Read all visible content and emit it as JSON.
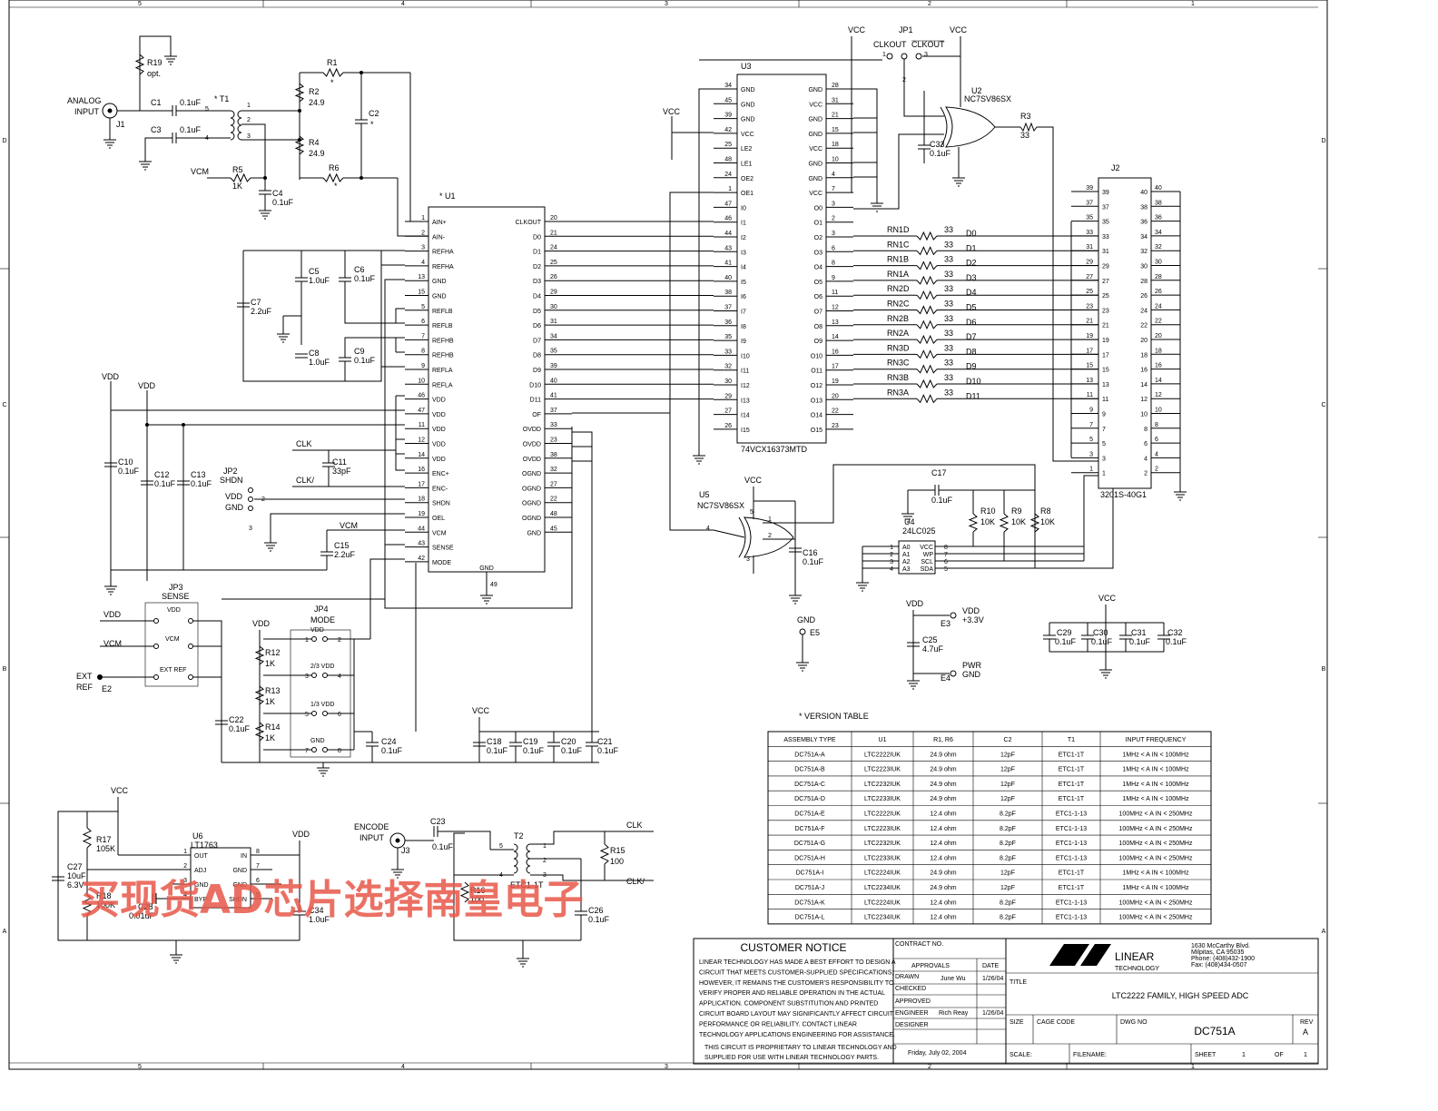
{
  "border": {
    "col_labels": [
      "5",
      "4",
      "3",
      "2",
      "1"
    ],
    "row_labels": [
      "D",
      "C",
      "B",
      "A"
    ]
  },
  "u1": {
    "ref": "U1",
    "left_pins": [
      {
        "num": "1",
        "name": "AIN+"
      },
      {
        "num": "2",
        "name": "AIN-"
      },
      {
        "num": "3",
        "name": "REFHA"
      },
      {
        "num": "4",
        "name": "REFHA"
      },
      {
        "num": "13",
        "name": "GND"
      },
      {
        "num": "15",
        "name": "GND"
      },
      {
        "num": "5",
        "name": "REFLB"
      },
      {
        "num": "6",
        "name": "REFLB"
      },
      {
        "num": "7",
        "name": "REFHB"
      },
      {
        "num": "8",
        "name": "REFHB"
      },
      {
        "num": "9",
        "name": "REFLA"
      },
      {
        "num": "10",
        "name": "REFLA"
      },
      {
        "num": "46",
        "name": "VDD"
      },
      {
        "num": "47",
        "name": "VDD"
      },
      {
        "num": "11",
        "name": "VDD"
      },
      {
        "num": "12",
        "name": "VDD"
      },
      {
        "num": "14",
        "name": "VDD"
      },
      {
        "num": "16",
        "name": "ENC+"
      },
      {
        "num": "17",
        "name": "ENC-"
      },
      {
        "num": "18",
        "name": "SHDN"
      },
      {
        "num": "19",
        "name": "OEL"
      },
      {
        "num": "44",
        "name": "VCM"
      },
      {
        "num": "43",
        "name": "SENSE"
      },
      {
        "num": "42",
        "name": "MODE"
      }
    ],
    "right_pins": [
      {
        "num": "20",
        "name": "CLKOUT"
      },
      {
        "num": "21",
        "name": "D0"
      },
      {
        "num": "24",
        "name": "D1"
      },
      {
        "num": "25",
        "name": "D2"
      },
      {
        "num": "26",
        "name": "D3"
      },
      {
        "num": "29",
        "name": "D4"
      },
      {
        "num": "30",
        "name": "D5"
      },
      {
        "num": "31",
        "name": "D6"
      },
      {
        "num": "34",
        "name": "D7"
      },
      {
        "num": "35",
        "name": "D8"
      },
      {
        "num": "39",
        "name": "D9"
      },
      {
        "num": "40",
        "name": "D10"
      },
      {
        "num": "41",
        "name": "D11"
      },
      {
        "num": "37",
        "name": "OF"
      },
      {
        "num": "33",
        "name": "OVDD"
      },
      {
        "num": "23",
        "name": "OVDD"
      },
      {
        "num": "38",
        "name": "OVDD"
      },
      {
        "num": "32",
        "name": "OGND"
      },
      {
        "num": "27",
        "name": "OGND"
      },
      {
        "num": "22",
        "name": "OGND"
      },
      {
        "num": "48",
        "name": "OGND"
      },
      {
        "num": "45",
        "name": "GND"
      }
    ],
    "bottom_name": "GND",
    "bottom_num": "49"
  },
  "u3": {
    "ref": "U3",
    "part": "74VCX16373MTD",
    "left_pins": [
      {
        "num": "34",
        "name": "GND"
      },
      {
        "num": "45",
        "name": "GND"
      },
      {
        "num": "39",
        "name": "GND"
      },
      {
        "num": "42",
        "name": "VCC"
      },
      {
        "num": "25",
        "name": "LE2"
      },
      {
        "num": "48",
        "name": "LE1"
      },
      {
        "num": "24",
        "name": "OE2"
      },
      {
        "num": "1",
        "name": "OE1"
      },
      {
        "num": "47",
        "name": "I0"
      },
      {
        "num": "46",
        "name": "I1"
      },
      {
        "num": "44",
        "name": "I2"
      },
      {
        "num": "43",
        "name": "I3"
      },
      {
        "num": "41",
        "name": "I4"
      },
      {
        "num": "40",
        "name": "I5"
      },
      {
        "num": "38",
        "name": "I6"
      },
      {
        "num": "37",
        "name": "I7"
      },
      {
        "num": "36",
        "name": "I8"
      },
      {
        "num": "35",
        "name": "I9"
      },
      {
        "num": "33",
        "name": "I10"
      },
      {
        "num": "32",
        "name": "I11"
      },
      {
        "num": "30",
        "name": "I12"
      },
      {
        "num": "29",
        "name": "I13"
      },
      {
        "num": "27",
        "name": "I14"
      },
      {
        "num": "26",
        "name": "I15"
      }
    ],
    "right_pins": [
      {
        "num": "28",
        "name": "GND"
      },
      {
        "num": "31",
        "name": "VCC"
      },
      {
        "num": "21",
        "name": "GND"
      },
      {
        "num": "15",
        "name": "GND"
      },
      {
        "num": "18",
        "name": "VCC"
      },
      {
        "num": "10",
        "name": "GND"
      },
      {
        "num": "4",
        "name": "GND"
      },
      {
        "num": "7",
        "name": "VCC"
      },
      {
        "num": "3",
        "name": "O0"
      },
      {
        "num": "2",
        "name": "O1"
      },
      {
        "num": "3",
        "name": "O2"
      },
      {
        "num": "6",
        "name": "O3"
      },
      {
        "num": "8",
        "name": "O4"
      },
      {
        "num": "9",
        "name": "O5"
      },
      {
        "num": "11",
        "name": "O6"
      },
      {
        "num": "12",
        "name": "O7"
      },
      {
        "num": "13",
        "name": "O8"
      },
      {
        "num": "14",
        "name": "O9"
      },
      {
        "num": "16",
        "name": "O10"
      },
      {
        "num": "17",
        "name": "O11"
      },
      {
        "num": "19",
        "name": "O12"
      },
      {
        "num": "20",
        "name": "O13"
      },
      {
        "num": "22",
        "name": "O14"
      },
      {
        "num": "23",
        "name": "O15"
      }
    ]
  },
  "resnet": [
    {
      "ref": "RN1D",
      "val": "33",
      "net": "D0"
    },
    {
      "ref": "RN1C",
      "val": "33",
      "net": "D1"
    },
    {
      "ref": "RN1B",
      "val": "33",
      "net": "D2"
    },
    {
      "ref": "RN1A",
      "val": "33",
      "net": "D3"
    },
    {
      "ref": "RN2D",
      "val": "33",
      "net": "D4"
    },
    {
      "ref": "RN2C",
      "val": "33",
      "net": "D5"
    },
    {
      "ref": "RN2B",
      "val": "33",
      "net": "D6"
    },
    {
      "ref": "RN2A",
      "val": "33",
      "net": "D7"
    },
    {
      "ref": "RN3D",
      "val": "33",
      "net": "D8"
    },
    {
      "ref": "RN3C",
      "val": "33",
      "net": "D9"
    },
    {
      "ref": "RN3B",
      "val": "33",
      "net": "D10"
    },
    {
      "ref": "RN3A",
      "val": "33",
      "net": "D11"
    }
  ],
  "j2": {
    "ref": "J2",
    "part": "3201S-40G1",
    "left": [
      "39",
      "37",
      "35",
      "33",
      "31",
      "29",
      "27",
      "25",
      "23",
      "21",
      "19",
      "17",
      "15",
      "13",
      "11",
      "9",
      "7",
      "5",
      "3",
      "1"
    ],
    "right": [
      "40",
      "38",
      "36",
      "34",
      "32",
      "30",
      "28",
      "26",
      "24",
      "22",
      "20",
      "18",
      "16",
      "14",
      "12",
      "10",
      "8",
      "6",
      "4",
      "2"
    ]
  },
  "u2": {
    "ref": "U2",
    "part": "NC7SV86SX",
    "p1": "1",
    "p2": "2",
    "p4": "4",
    "p5": "5",
    "p3": "3"
  },
  "jp1": {
    "ref": "JP1",
    "a": "CLKOUT",
    "b": "CLKOUT",
    "n1": "1",
    "n2": "2",
    "n3": "3"
  },
  "u5": {
    "ref": "U5",
    "part": "NC7SV86SX",
    "p1": "1",
    "p2": "2",
    "p4": "4",
    "p5": "5",
    "p3": "3"
  },
  "u4": {
    "ref": "U4",
    "part": "24LC025",
    "left": [
      {
        "num": "1",
        "name": "A0"
      },
      {
        "num": "2",
        "name": "A1"
      },
      {
        "num": "3",
        "name": "A2"
      },
      {
        "num": "4",
        "name": "A3"
      }
    ],
    "right": [
      {
        "num": "8",
        "name": "VCC"
      },
      {
        "num": "7",
        "name": "WP"
      },
      {
        "num": "6",
        "name": "SCL"
      },
      {
        "num": "5",
        "name": "SDA"
      }
    ]
  },
  "u6": {
    "ref": "U6",
    "part": "LT1763",
    "left": [
      {
        "num": "1",
        "name": "OUT"
      },
      {
        "num": "2",
        "name": "ADJ"
      },
      {
        "num": "3",
        "name": "GND"
      },
      {
        "num": "4",
        "name": "BYP"
      }
    ],
    "right": [
      {
        "num": "8",
        "name": "IN"
      },
      {
        "num": "7",
        "name": "GND"
      },
      {
        "num": "6",
        "name": "GND"
      },
      {
        "num": "5",
        "name": "SHDN"
      }
    ]
  },
  "labels": {
    "analog_in_1": "ANALOG",
    "analog_in_2": "INPUT",
    "j1": "J1",
    "r19": "R19",
    "r19_val": "opt.",
    "c1": "C1",
    "c1_val": "0.1uF",
    "c3": "C3",
    "c3_val": "0.1uF",
    "t1": "T1",
    "r1": "R1",
    "r2": "R2",
    "r2_val": "24.9",
    "r4": "R4",
    "r4_val": "24.9",
    "c2": "C2",
    "r6": "R6",
    "vcm": "VCM",
    "r5": "R5",
    "r5_val": "1K",
    "c4": "C4",
    "c4_val": "0.1uF",
    "star": "*",
    "c5": "C5",
    "c5_val": "1.0uF",
    "c6": "C6",
    "c6_val": "0.1uF",
    "c7": "C7",
    "c7_val": "2.2uF",
    "c8": "C8",
    "c8_val": "1.0uF",
    "c9": "C9",
    "c9_val": "0.1uF",
    "vdd": "VDD",
    "vcc": "VCC",
    "gnd": "GND",
    "c10": "C10",
    "c10_val": "0.1uF",
    "c12": "C12",
    "c12_val": "0.1uF",
    "c13": "C13",
    "c13_val": "0.1uF",
    "clk": "CLK",
    "clk_n": "CLK/",
    "c11": "C11",
    "c11_val": "33pF",
    "jp2": "JP2",
    "jp2_name": "SHDN",
    "jp2_vdd": "VDD",
    "jp2_gnd": "GND",
    "c15": "C15",
    "c15_val": "2.2uF",
    "jp3": "JP3",
    "jp3_name": "SENSE",
    "jp4": "JP4",
    "jp4_name": "MODE",
    "jp3_vdd": "VDD",
    "jp3_vcm": "VCM",
    "jp3_ext": "EXT REF",
    "ext_ref_1": "EXT",
    "ext_ref_2": "REF",
    "e2": "E2",
    "jp4_vdd": "VDD",
    "jp4_23": "2/3 VDD",
    "jp4_13": "1/3 VDD",
    "jp4_gnd": "GND",
    "r12": "R12",
    "r12_val": "1K",
    "r13": "R13",
    "r13_val": "1K",
    "r14": "R14",
    "r14_val": "1K",
    "c22": "C22",
    "c22_val": "0.1uF",
    "c24": "C24",
    "c24_val": "0.1uF",
    "c18": "C18",
    "c18_val": "0.1uF",
    "c19": "C19",
    "c19_val": "0.1uF",
    "c20": "C20",
    "c20_val": "0.1uF",
    "c21": "C21",
    "c21_val": "0.1uF",
    "r3": "R3",
    "r3_val": "33",
    "c33": "C33",
    "c33_val": "0.1uF",
    "c17": "C17",
    "c17_val": "0.1uF",
    "r10": "R10",
    "r10_val": "10K",
    "r9": "R9",
    "r9_val": "10K",
    "r8": "R8",
    "r8_val": "10K",
    "c16": "C16",
    "c16_val": "0.1uF",
    "e5": "E5",
    "e3": "E3",
    "e4": "E4",
    "v33": "VDD",
    "v33b": "+3.3V",
    "pwr": "PWR",
    "pwr_gnd": "GND",
    "c25": "C25",
    "c25_val": "4.7uF",
    "c29": "C29",
    "c29_val": "0.1uF",
    "c30": "C30",
    "c30_val": "0.1uF",
    "c31": "C31",
    "c31_val": "0.1uF",
    "c32": "C32",
    "c32_val": "0.1uF",
    "r17": "R17",
    "r17_val": "105K",
    "r18": "R18",
    "r18_val": "100K",
    "c27": "C27",
    "c27_val": "10uF",
    "c27_v": "6.3V",
    "c28": "C28",
    "c28_val": "0.01uF",
    "c34": "C34",
    "c34_val": "1.0uF",
    "enc_1": "ENCODE",
    "enc_2": "INPUT",
    "j3": "J3",
    "c23": "C23",
    "c23_val": "0.1uF",
    "t2": "T2",
    "t2_part": "ETC1-1T",
    "r16": "R16",
    "r16_val": "100",
    "r15": "R15",
    "r15_val": "100",
    "c26": "C26",
    "c26_val": "0.1uF"
  },
  "version_table": {
    "title": "VERSION TABLE",
    "headers": [
      "ASSEMBLY TYPE",
      "U1",
      "R1, R6",
      "C2",
      "T1",
      "INPUT FREQUENCY"
    ],
    "rows": [
      [
        "DC751A-A",
        "LTC2222IUK",
        "24.9 ohm",
        "12pF",
        "ETC1-1T",
        "1MHz < A IN < 100MHz"
      ],
      [
        "DC751A-B",
        "LTC2223IUK",
        "24.9 ohm",
        "12pF",
        "ETC1-1T",
        "1MHz < A IN < 100MHz"
      ],
      [
        "DC751A-C",
        "LTC2232IUK",
        "24.9 ohm",
        "12pF",
        "ETC1-1T",
        "1MHz < A IN < 100MHz"
      ],
      [
        "DC751A-D",
        "LTC2233IUK",
        "24.9 ohm",
        "12pF",
        "ETC1-1T",
        "1MHz < A IN < 100MHz"
      ],
      [
        "DC751A-E",
        "LTC2222IUK",
        "12.4 ohm",
        "8.2pF",
        "ETC1-1-13",
        "100MHz < A IN < 250MHz"
      ],
      [
        "DC751A-F",
        "LTC2223IUK",
        "12.4 ohm",
        "8.2pF",
        "ETC1-1-13",
        "100MHz < A IN < 250MHz"
      ],
      [
        "DC751A-G",
        "LTC2232IUK",
        "12.4 ohm",
        "8.2pF",
        "ETC1-1-13",
        "100MHz < A IN < 250MHz"
      ],
      [
        "DC751A-H",
        "LTC2233IUK",
        "12.4 ohm",
        "8.2pF",
        "ETC1-1-13",
        "100MHz < A IN < 250MHz"
      ],
      [
        "DC751A-I",
        "LTC2224IUK",
        "24.9 ohm",
        "12pF",
        "ETC1-1T",
        "1MHz < A IN < 100MHz"
      ],
      [
        "DC751A-J",
        "LTC2234IUK",
        "24.9 ohm",
        "12pF",
        "ETC1-1T",
        "1MHz < A IN < 100MHz"
      ],
      [
        "DC751A-K",
        "LTC2224IUK",
        "12.4 ohm",
        "8.2pF",
        "ETC1-1-13",
        "100MHz < A IN < 250MHz"
      ],
      [
        "DC751A-L",
        "LTC2234IUK",
        "12.4 ohm",
        "8.2pF",
        "ETC1-1-13",
        "100MHz < A IN < 250MHz"
      ]
    ]
  },
  "title_block": {
    "customer_notice": "CUSTOMER NOTICE",
    "notice_lines": [
      "LINEAR TECHNOLOGY HAS MADE A BEST EFFORT TO DESIGN A",
      "CIRCUIT THAT MEETS CUSTOMER-SUPPLIED SPECIFICATIONS;",
      "HOWEVER, IT REMAINS THE CUSTOMER'S RESPONSIBILITY TO",
      "VERIFY PROPER AND RELIABLE OPERATION IN THE ACTUAL",
      "APPLICATION. COMPONENT SUBSTITUTION AND PRINTED",
      "CIRCUIT BOARD LAYOUT MAY SIGNIFICANTLY AFFECT CIRCUIT",
      "PERFORMANCE OR RELIABILITY. CONTACT LINEAR",
      "TECHNOLOGY APPLICATIONS ENGINEERING FOR ASSISTANCE."
    ],
    "proprietary_1": "THIS CIRCUIT IS PROPRIETARY TO LINEAR TECHNOLOGY AND",
    "proprietary_2": "SUPPLIED FOR USE WITH LINEAR TECHNOLOGY PARTS.",
    "contract_no": "CONTRACT NO.",
    "approvals": "APPROVALS",
    "date": "DATE",
    "drawn": "DRAWN",
    "drawn_by": "June Wu",
    "drawn_date": "1/26/04",
    "checked": "CHECKED",
    "approved": "APPROVED",
    "engineer": "ENGINEER",
    "engineer_by": "Rich Reay",
    "engineer_date": "1/26/04",
    "designer": "DESIGNER",
    "print_date": "Friday, July 02, 2004",
    "logo_text": "LINEAR",
    "logo_sub": "TECHNOLOGY",
    "address": [
      "1630 McCarthy Blvd.",
      "Milpitas, CA 95035",
      "Phone: (408)432-1900",
      "Fax: (408)434-0507"
    ],
    "title_label": "TITLE",
    "title": "LTC2222 FAMILY, HIGH SPEED ADC",
    "size": "SIZE",
    "cage": "CAGE CODE",
    "dwg_no": "DWG NO",
    "dwg": "DC751A",
    "rev": "REV",
    "rev_val": "A",
    "scale": "SCALE:",
    "filename": "FILENAME:",
    "sheet": "SHEET",
    "sheet_n": "1",
    "of": "OF",
    "sheet_total": "1"
  },
  "watermark": "买现货AD芯片选择南皇电子"
}
